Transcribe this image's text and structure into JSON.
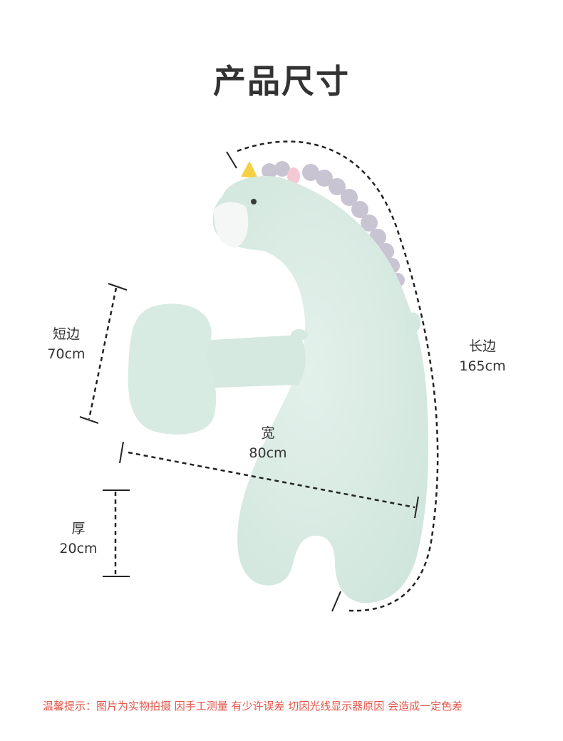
{
  "title": "产品尺寸",
  "dimensions": {
    "short_side": {
      "label": "短边",
      "value": "70cm"
    },
    "long_side": {
      "label": "长边",
      "value": "165cm"
    },
    "width": {
      "label": "宽",
      "value": "80cm"
    },
    "thickness": {
      "label": "厚",
      "value": "20cm"
    }
  },
  "notice": "温馨提示：图片为实物拍摄 因手工测量 有少许误差 切因光线显示器原因 会造成一定色差",
  "colors": {
    "pillow": "#d9ece4",
    "spikes": "#c7c2cf",
    "horn": "#f5d142",
    "ear": "#f3c9d3",
    "notice": "#e2574c"
  }
}
